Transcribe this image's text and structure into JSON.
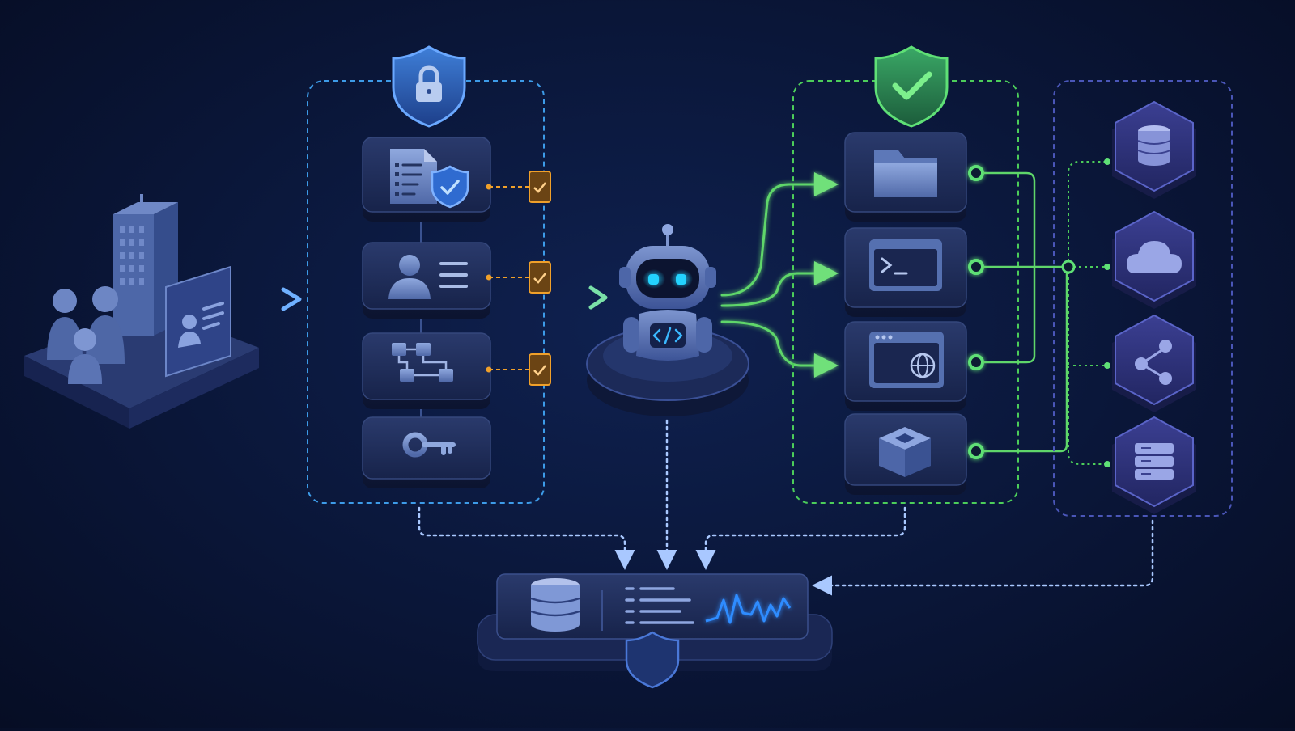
{
  "diagram": {
    "nodes": [
      {
        "id": "organization",
        "icon": "organization-icon"
      },
      {
        "id": "policy-document",
        "icon": "policy-document-icon",
        "group": "security-controls"
      },
      {
        "id": "user-identity",
        "icon": "user-profile-icon",
        "group": "security-controls"
      },
      {
        "id": "workflow",
        "icon": "workflow-icon",
        "group": "security-controls"
      },
      {
        "id": "access-key",
        "icon": "key-icon",
        "group": "security-controls"
      },
      {
        "id": "ai-agent",
        "icon": "robot-code-icon"
      },
      {
        "id": "file-system",
        "icon": "folder-icon",
        "group": "verified-tools"
      },
      {
        "id": "terminal",
        "icon": "terminal-icon",
        "group": "verified-tools"
      },
      {
        "id": "web-browser",
        "icon": "browser-globe-icon",
        "group": "verified-tools"
      },
      {
        "id": "sandbox",
        "icon": "cube-icon",
        "group": "verified-tools"
      },
      {
        "id": "database",
        "icon": "database-icon",
        "group": "resources"
      },
      {
        "id": "cloud",
        "icon": "cloud-icon",
        "group": "resources"
      },
      {
        "id": "network",
        "icon": "share-network-icon",
        "group": "resources"
      },
      {
        "id": "server",
        "icon": "server-icon",
        "group": "resources"
      },
      {
        "id": "audit-monitor",
        "icon": "audit-log-icon"
      }
    ],
    "groups": [
      {
        "id": "security-controls",
        "badge": "lock-shield-icon",
        "color": "#3d9be8"
      },
      {
        "id": "verified-tools",
        "badge": "check-shield-icon",
        "color": "#4ccd5a"
      },
      {
        "id": "resources",
        "color": "#4a56b8"
      }
    ],
    "edges": [
      {
        "from": "organization",
        "to": "security-controls"
      },
      {
        "from": "security-controls",
        "to": "ai-agent"
      },
      {
        "from": "ai-agent",
        "to": "file-system"
      },
      {
        "from": "ai-agent",
        "to": "terminal"
      },
      {
        "from": "ai-agent",
        "to": "web-browser"
      },
      {
        "from": "verified-tools",
        "to": "resources"
      },
      {
        "from": "security-controls",
        "to": "audit-monitor",
        "style": "dotted"
      },
      {
        "from": "ai-agent",
        "to": "audit-monitor",
        "style": "dotted"
      },
      {
        "from": "verified-tools",
        "to": "audit-monitor",
        "style": "dotted"
      },
      {
        "from": "resources",
        "to": "audit-monitor",
        "style": "dotted"
      }
    ],
    "colors": {
      "background": "#0a1638",
      "panel": "#1e2c57",
      "blue_accent": "#3d9be8",
      "green_accent": "#4ccd5a",
      "orange_accent": "#f0a02a",
      "resource_accent": "#5a64c8",
      "robot_eyes": "#23d3ff"
    }
  }
}
